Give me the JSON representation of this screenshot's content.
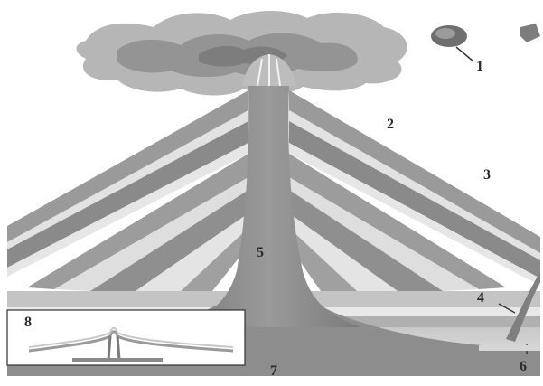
{
  "labels": {
    "l1": "1",
    "l2": "2",
    "l3": "3",
    "l4": "4",
    "l5": "5",
    "l6": "6",
    "l7": "7",
    "l8": "8"
  },
  "colors": {
    "background": "#ffffff",
    "ash_cloud": "#8e8e8e",
    "volcanic_bomb": "#6f6f6f",
    "layer_dark": "#9a9a9a",
    "layer_light": "#e2e2e2",
    "vent": "#8b8b8b",
    "magma_chamber": "#7f7f7f",
    "inset_border": "#333333"
  }
}
